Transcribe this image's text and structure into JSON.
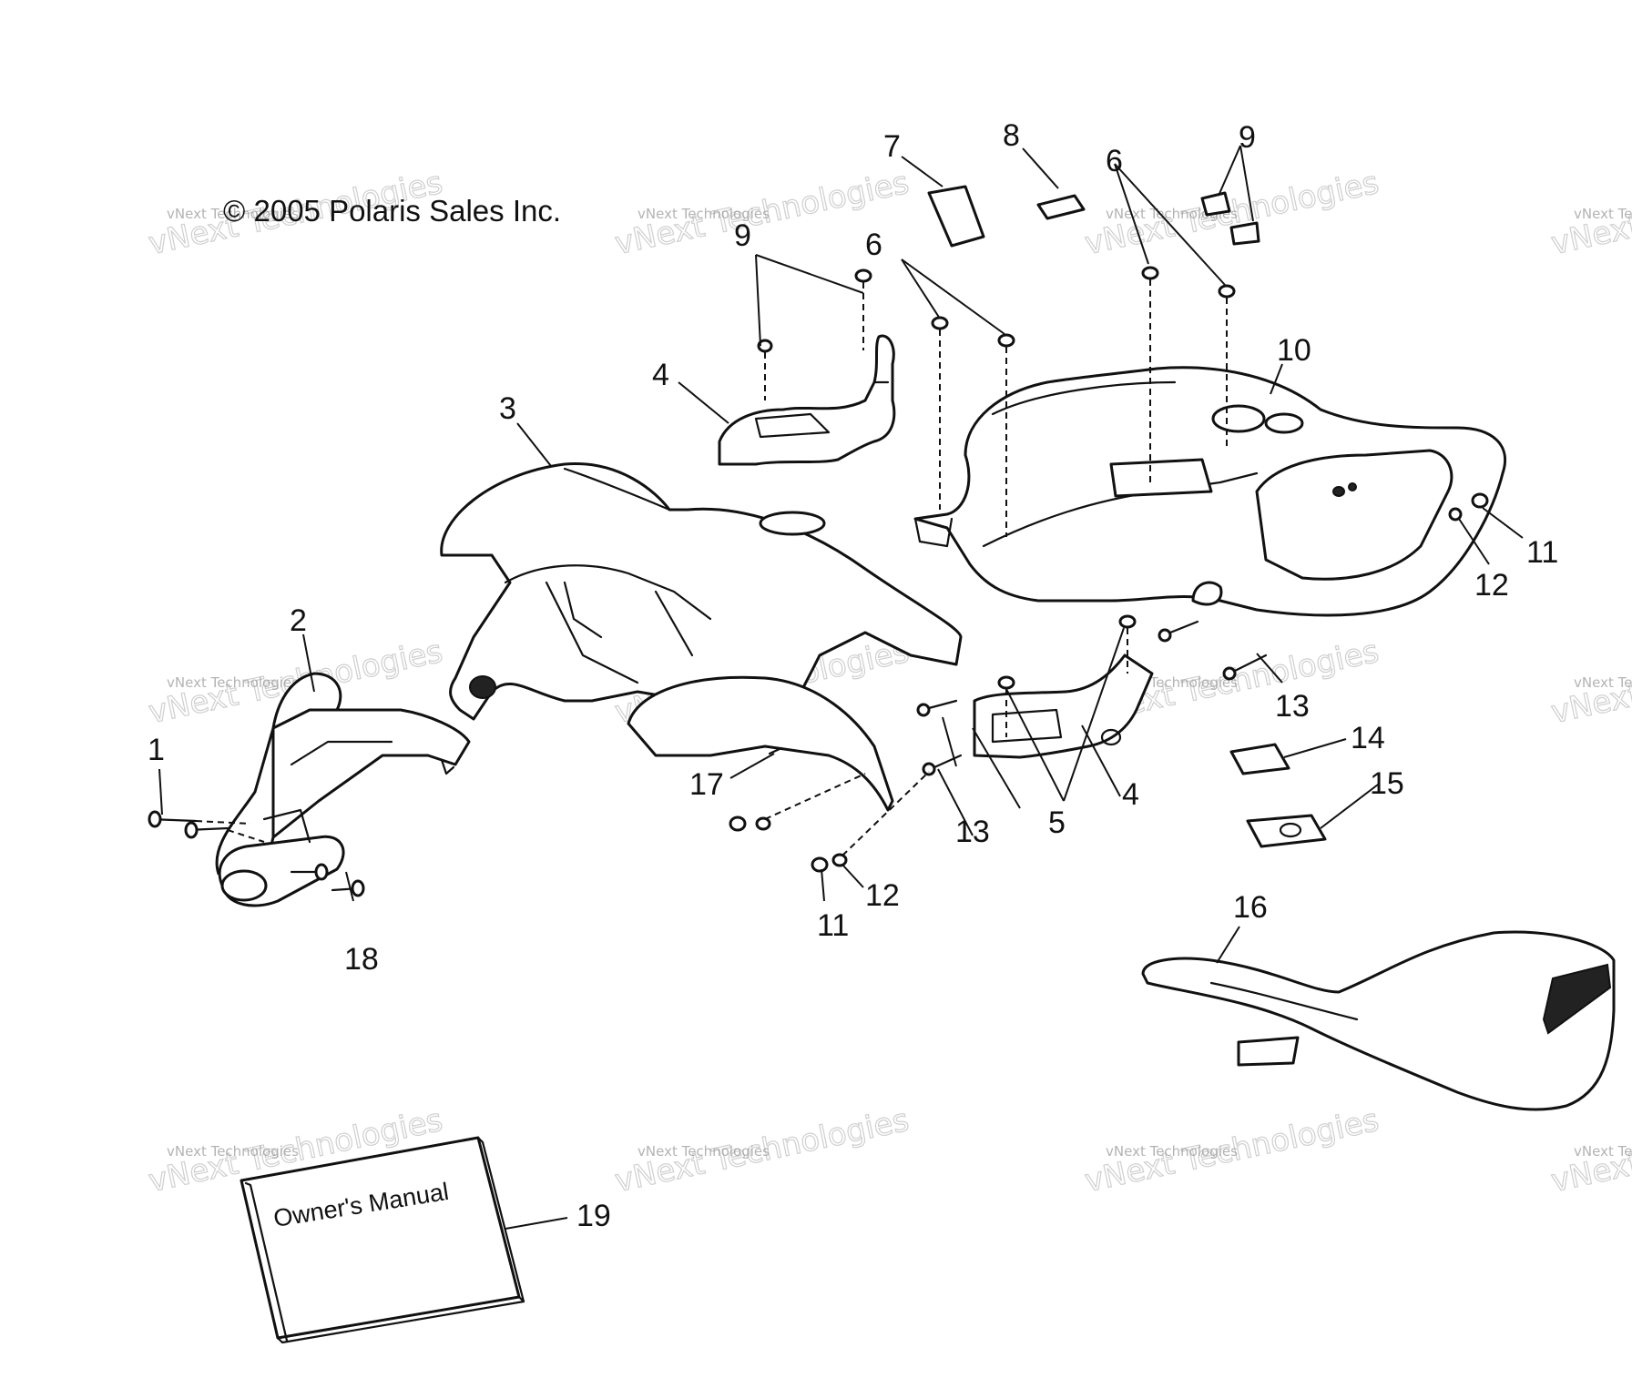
{
  "copyright": "© 2005 Polaris Sales Inc.",
  "manual_title": "Owner's Manual",
  "watermark": {
    "small": "vNext Technologies",
    "big": "vNext Technologies"
  },
  "callouts": {
    "c1": "1",
    "c2": "2",
    "c3": "3",
    "c4a": "4",
    "c4b": "4",
    "c5": "5",
    "c6a": "6",
    "c6b": "6",
    "c7": "7",
    "c8": "8",
    "c9a": "9",
    "c9b": "9",
    "c10": "10",
    "c11a": "11",
    "c11b": "11",
    "c12a": "12",
    "c12b": "12",
    "c13a": "13",
    "c13b": "13",
    "c14": "14",
    "c15": "15",
    "c16": "16",
    "c17": "17",
    "c18": "18",
    "c19": "19"
  }
}
